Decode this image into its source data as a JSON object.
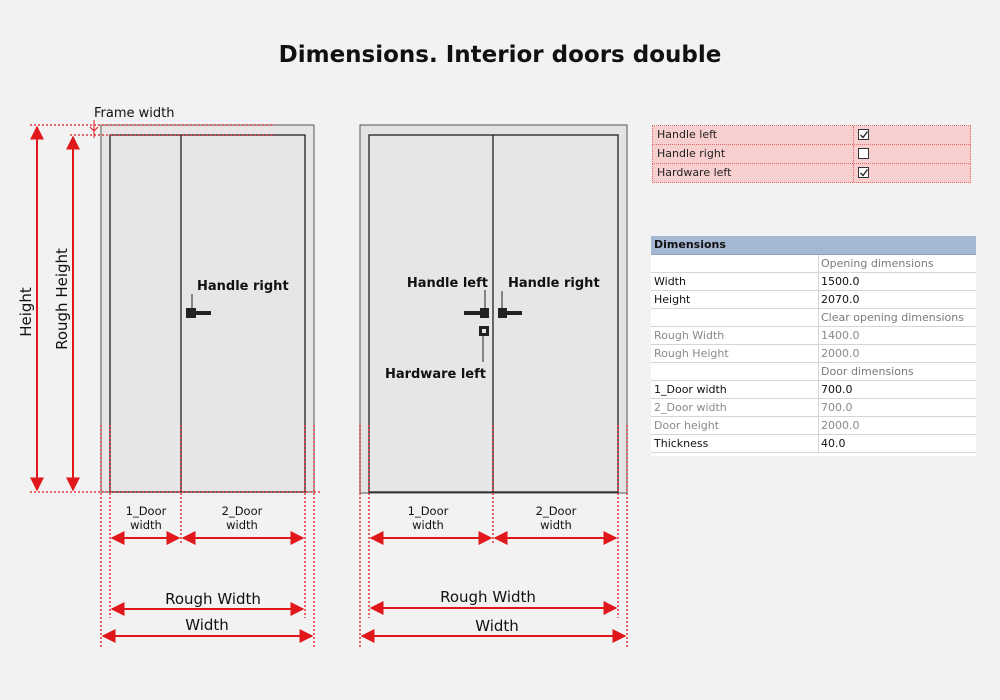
{
  "title": "Dimensions. Interior doors double",
  "labels": {
    "frame_width": "Frame width",
    "height": "Height",
    "rough_height": "Rough Height",
    "handle_right": "Handle right",
    "handle_left": "Handle left",
    "hardware_left": "Hardware left",
    "door1_width_line1": "1_Door",
    "door1_width_line2": "width",
    "door2_width_line1": "2_Door",
    "door2_width_line2": "width",
    "rough_width": "Rough Width",
    "width": "Width"
  },
  "params": [
    {
      "label": "Handle left",
      "checked": true
    },
    {
      "label": "Handle right",
      "checked": false
    },
    {
      "label": "Hardware left",
      "checked": true
    }
  ],
  "dimensions_table": {
    "header": "Dimensions",
    "rows": [
      {
        "group": "Opening dimensions"
      },
      {
        "name": "Width",
        "value": "1500.0",
        "muted": false
      },
      {
        "name": "Height",
        "value": "2070.0",
        "muted": false
      },
      {
        "group": "Clear opening dimensions"
      },
      {
        "name": "Rough Width",
        "value": "1400.0",
        "muted": true
      },
      {
        "name": "Rough Height",
        "value": "2000.0",
        "muted": true
      },
      {
        "group": "Door dimensions"
      },
      {
        "name": "1_Door width",
        "value": "700.0",
        "muted": false
      },
      {
        "name": "2_Door width",
        "value": "700.0",
        "muted": true
      },
      {
        "name": "Door height",
        "value": "2000.0",
        "muted": true
      },
      {
        "name": "Thickness",
        "value": "40.0",
        "muted": false
      }
    ]
  },
  "colors": {
    "dimension_red": "#e0181b",
    "frame_fill": "#e6e6e6",
    "param_row_bg": "#f8cfcf",
    "table_header_bg": "#a5b8d3"
  }
}
